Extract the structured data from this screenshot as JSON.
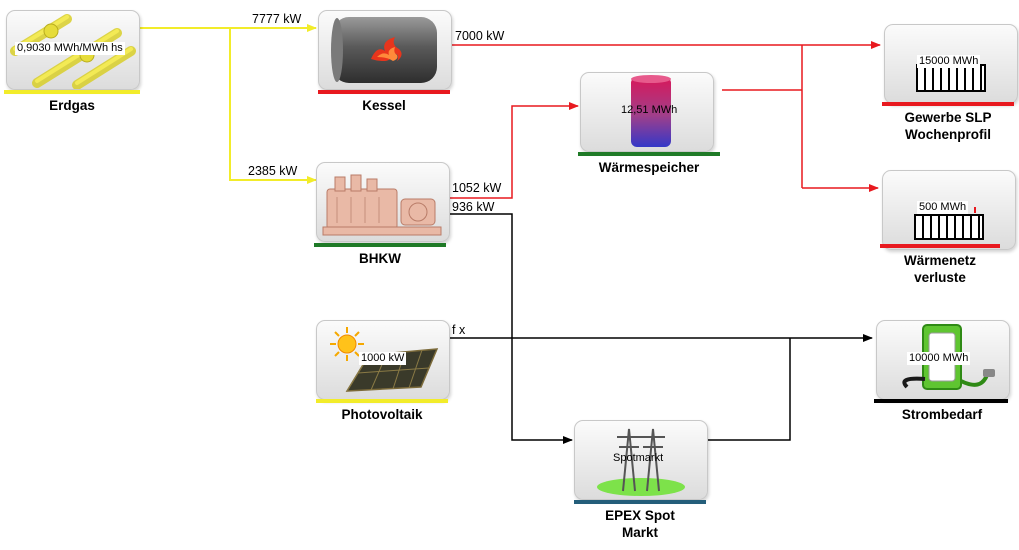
{
  "colors": {
    "gas": "#f2ec2a",
    "heat": "#e8191f",
    "electric": "#000000",
    "storage": "#1f7a27",
    "market": "#245e7a"
  },
  "nodes": {
    "erdgas": {
      "label": "Erdgas",
      "value": "0,9030 MWh/MWh hs",
      "icon": "gas-pipe-icon"
    },
    "kessel": {
      "label": "Kessel",
      "icon": "boiler-icon"
    },
    "bhkw": {
      "label": "BHKW",
      "icon": "chp-engine-icon"
    },
    "speicher": {
      "label": "Wärmespeicher",
      "value": "12,51 MWh",
      "icon": "heat-storage-icon"
    },
    "gewerbe": {
      "label_line1": "Gewerbe SLP",
      "label_line2": "Wochenprofil",
      "value": "15000 MWh",
      "icon": "radiator-icon"
    },
    "waermenetz": {
      "label_line1": "Wärmenetz",
      "label_line2": "verluste",
      "value": "500 MWh",
      "icon": "radiator-icon"
    },
    "pv": {
      "label": "Photovoltaik",
      "value": "1000 kW",
      "icon": "solar-panel-icon"
    },
    "epex": {
      "label_line1": "EPEX Spot",
      "label_line2": "Markt",
      "value": "Spotmarkt",
      "icon": "power-pylon-icon"
    },
    "strombedarf": {
      "label": "Strombedarf",
      "value": "10000 MWh",
      "icon": "power-socket-icon"
    }
  },
  "flows": {
    "gas_kessel": "7777 kW",
    "gas_bhkw": "2385 kW",
    "kessel_heat": "7000 kW",
    "bhkw_heat": "1052 kW",
    "bhkw_power": "936 kW",
    "pv_power": "f x"
  }
}
